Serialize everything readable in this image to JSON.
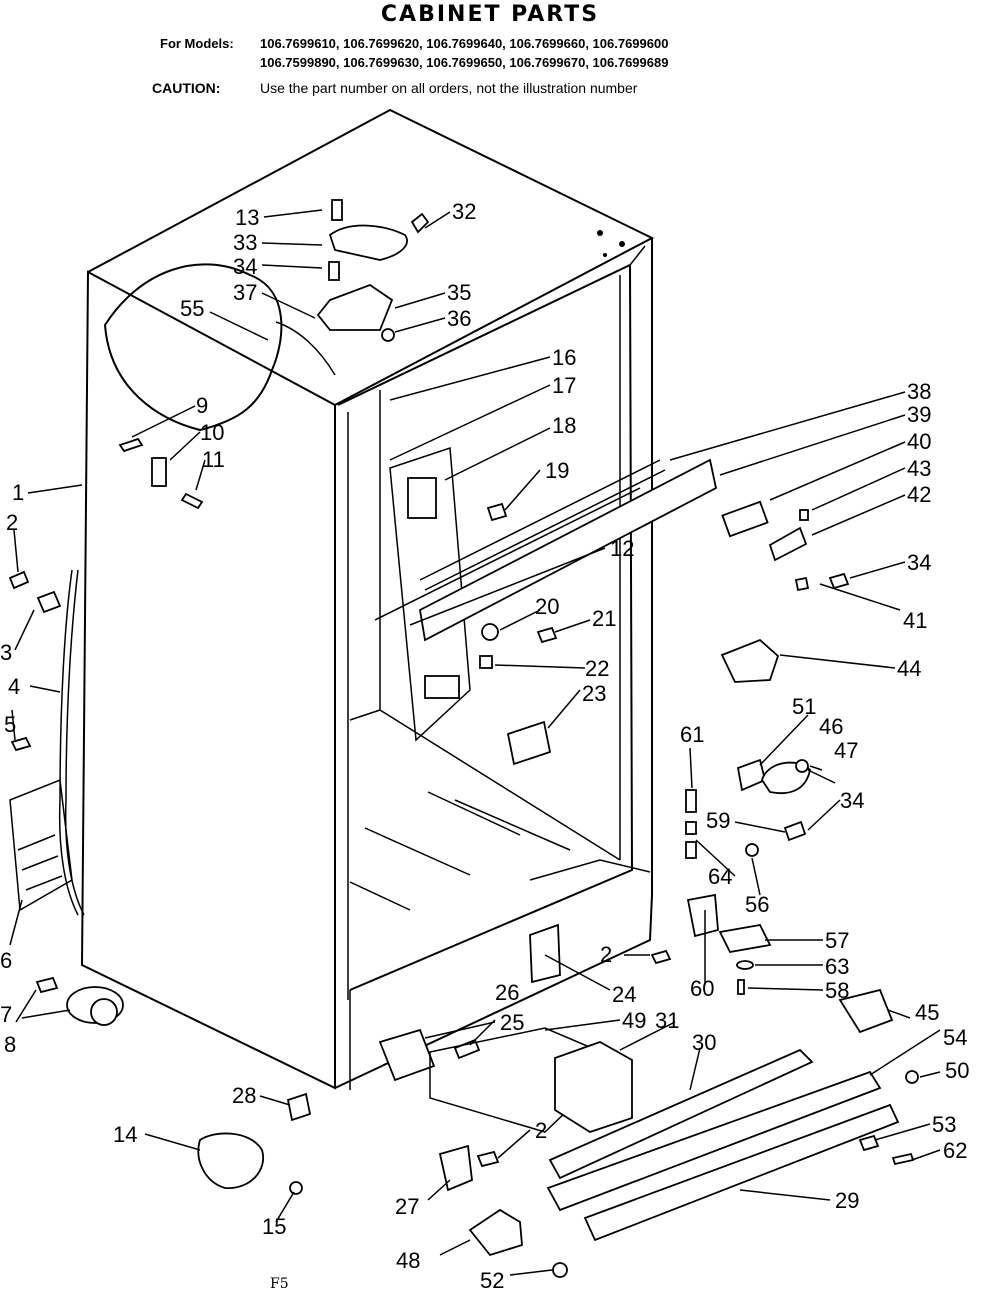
{
  "header": {
    "title": "CABINET PARTS",
    "models_label": "For Models:",
    "models_line1": "106.7699610, 106.7699620, 106.7699640, 106.7699660, 106.7699600",
    "models_line2": "106.7599890, 106.7699630, 106.7699650, 106.7699670, 106.7699689",
    "caution_label": "CAUTION:",
    "caution_text": "Use the part number on all orders, not the illustration number"
  },
  "footer": {
    "code": "F5"
  },
  "callouts": [
    {
      "id": "c13",
      "label": "13"
    },
    {
      "id": "c32",
      "label": "32"
    },
    {
      "id": "c33",
      "label": "33"
    },
    {
      "id": "c34a",
      "label": "34"
    },
    {
      "id": "c35",
      "label": "35"
    },
    {
      "id": "c37",
      "label": "37"
    },
    {
      "id": "c36",
      "label": "36"
    },
    {
      "id": "c55",
      "label": "55"
    },
    {
      "id": "c16",
      "label": "16"
    },
    {
      "id": "c17",
      "label": "17"
    },
    {
      "id": "c18",
      "label": "18"
    },
    {
      "id": "c19",
      "label": "19"
    },
    {
      "id": "c9",
      "label": "9"
    },
    {
      "id": "c10",
      "label": "10"
    },
    {
      "id": "c11",
      "label": "11"
    },
    {
      "id": "c1",
      "label": "1"
    },
    {
      "id": "c2a",
      "label": "2"
    },
    {
      "id": "c3",
      "label": "3"
    },
    {
      "id": "c4",
      "label": "4"
    },
    {
      "id": "c5",
      "label": "5"
    },
    {
      "id": "c6",
      "label": "6"
    },
    {
      "id": "c7",
      "label": "7"
    },
    {
      "id": "c8",
      "label": "8"
    },
    {
      "id": "c38",
      "label": "38"
    },
    {
      "id": "c39",
      "label": "39"
    },
    {
      "id": "c40",
      "label": "40"
    },
    {
      "id": "c43",
      "label": "43"
    },
    {
      "id": "c42",
      "label": "42"
    },
    {
      "id": "c34b",
      "label": "34"
    },
    {
      "id": "c41",
      "label": "41"
    },
    {
      "id": "c12",
      "label": "12"
    },
    {
      "id": "c20",
      "label": "20"
    },
    {
      "id": "c21",
      "label": "21"
    },
    {
      "id": "c22",
      "label": "22"
    },
    {
      "id": "c23",
      "label": "23"
    },
    {
      "id": "c44",
      "label": "44"
    },
    {
      "id": "c61",
      "label": "61"
    },
    {
      "id": "c51",
      "label": "51"
    },
    {
      "id": "c46",
      "label": "46"
    },
    {
      "id": "c47",
      "label": "47"
    },
    {
      "id": "c34c",
      "label": "34"
    },
    {
      "id": "c59",
      "label": "59"
    },
    {
      "id": "c64",
      "label": "64"
    },
    {
      "id": "c56",
      "label": "56"
    },
    {
      "id": "c2b",
      "label": "2"
    },
    {
      "id": "c57",
      "label": "57"
    },
    {
      "id": "c63",
      "label": "63"
    },
    {
      "id": "c24",
      "label": "24"
    },
    {
      "id": "c60",
      "label": "60"
    },
    {
      "id": "c58",
      "label": "58"
    },
    {
      "id": "c26",
      "label": "26"
    },
    {
      "id": "c25",
      "label": "25"
    },
    {
      "id": "c49",
      "label": "49"
    },
    {
      "id": "c31",
      "label": "31"
    },
    {
      "id": "c30",
      "label": "30"
    },
    {
      "id": "c45",
      "label": "45"
    },
    {
      "id": "c54",
      "label": "54"
    },
    {
      "id": "c50",
      "label": "50"
    },
    {
      "id": "c28",
      "label": "28"
    },
    {
      "id": "c14",
      "label": "14"
    },
    {
      "id": "c2c",
      "label": "2"
    },
    {
      "id": "c53",
      "label": "53"
    },
    {
      "id": "c62",
      "label": "62"
    },
    {
      "id": "c15",
      "label": "15"
    },
    {
      "id": "c27",
      "label": "27"
    },
    {
      "id": "c29",
      "label": "29"
    },
    {
      "id": "c48",
      "label": "48"
    },
    {
      "id": "c52",
      "label": "52"
    }
  ]
}
